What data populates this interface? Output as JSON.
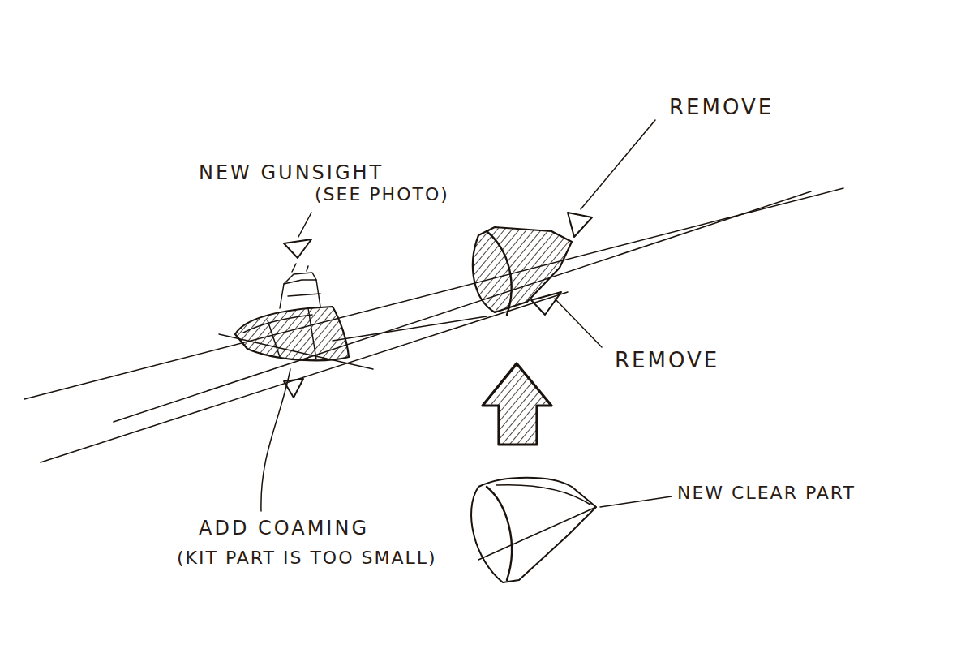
{
  "diagram": {
    "labels": [
      "REMOVE",
      "NEW GUNSIGHT",
      "(SEE PHOTO)",
      "REMOVE",
      "ADD COAMING",
      "(KIT PART IS TOO SMALL)",
      "NEW CLEAR PART"
    ]
  }
}
